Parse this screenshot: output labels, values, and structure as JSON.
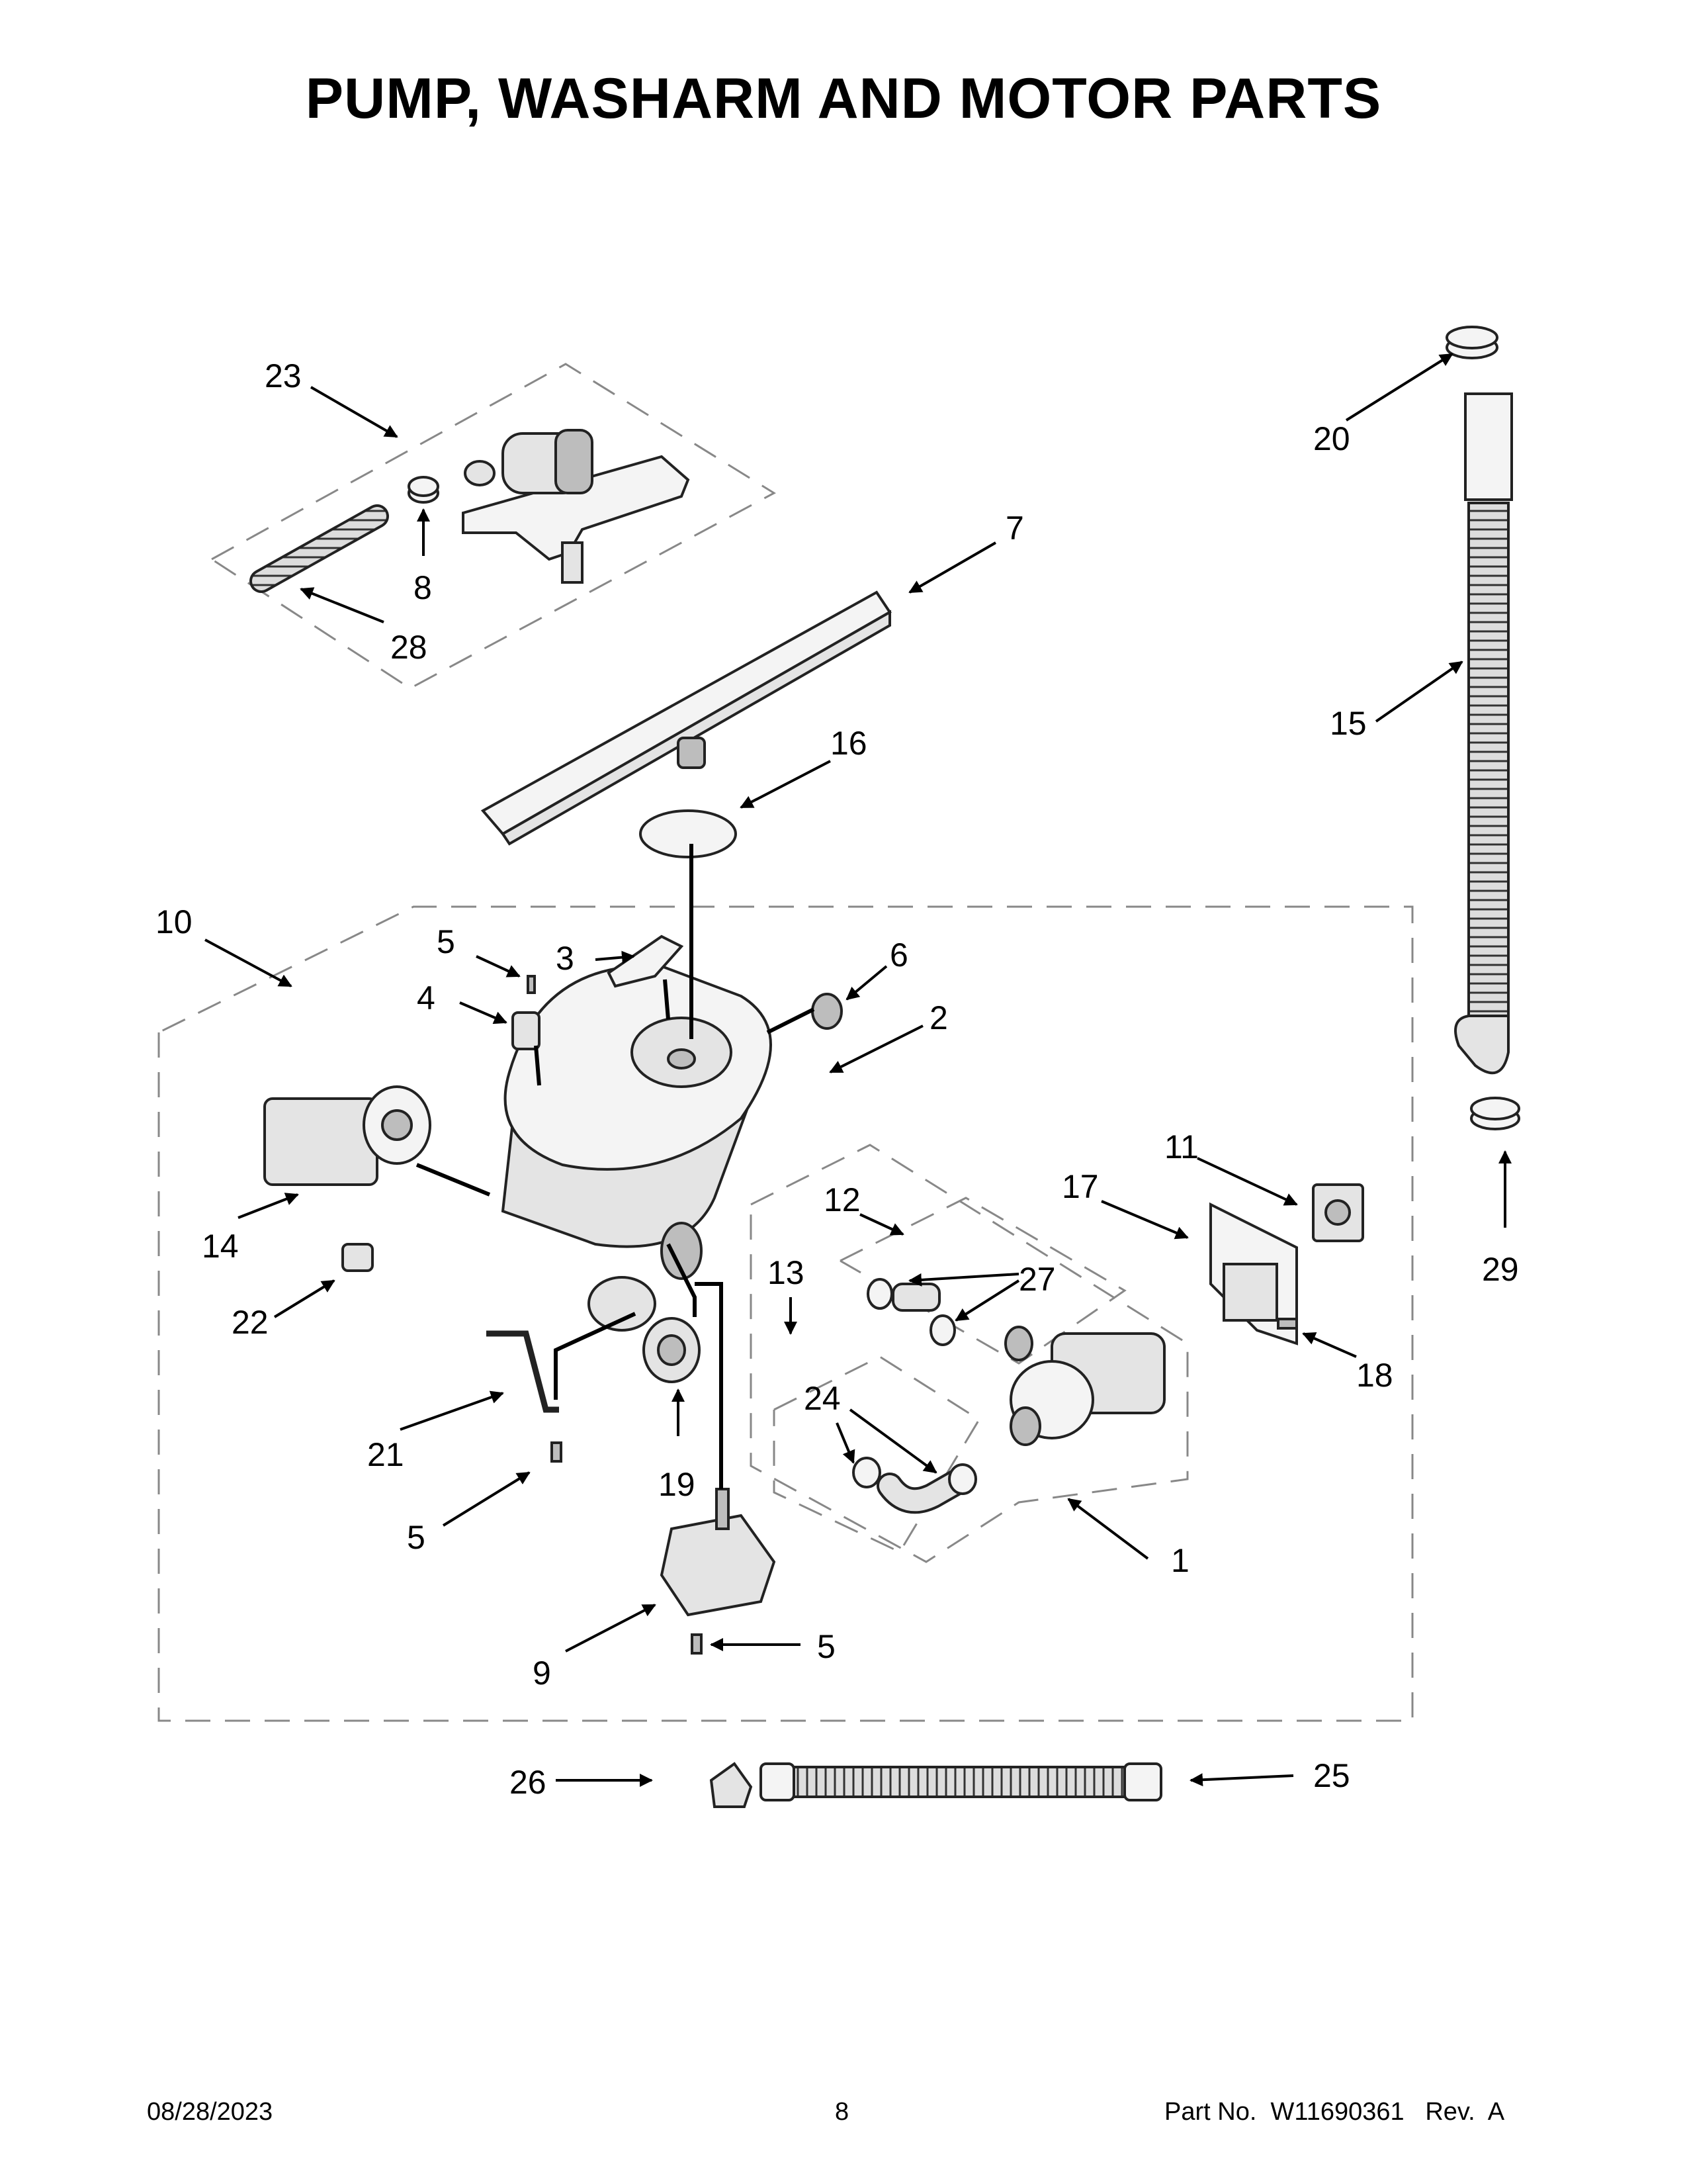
{
  "title": "PUMP, WASHARM AND MOTOR PARTS",
  "callouts": [
    "23",
    "20",
    "8",
    "7",
    "28",
    "15",
    "16",
    "10",
    "5",
    "3",
    "6",
    "4",
    "2",
    "11",
    "17",
    "12",
    "14",
    "27",
    "13",
    "29",
    "22",
    "18",
    "24",
    "21",
    "19",
    "1",
    "5",
    "5",
    "9",
    "26",
    "25"
  ],
  "footer": {
    "date": "08/28/2023",
    "page": "8",
    "part_label": "Part No.",
    "part_number": "W11690361",
    "rev_label": "Rev.",
    "rev": "A"
  }
}
